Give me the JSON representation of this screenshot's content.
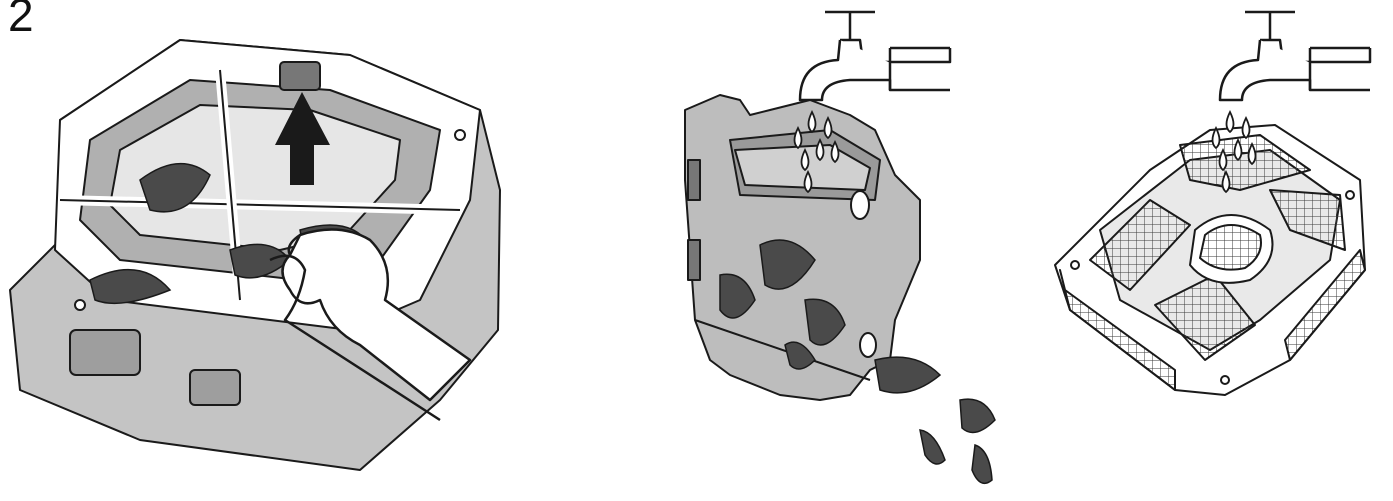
{
  "step": {
    "number": "2"
  },
  "panels": [
    {
      "name": "lift-filter-panel",
      "icons": [
        "filter-housing-icon",
        "up-arrow-icon",
        "hand-icon",
        "leaves-icon"
      ]
    },
    {
      "name": "empty-debris-panel",
      "icons": [
        "faucet-icon",
        "water-drops-icon",
        "filter-tray-icon",
        "falling-leaves-icon"
      ]
    },
    {
      "name": "rinse-filter-panel",
      "icons": [
        "faucet-icon",
        "water-drops-icon",
        "mesh-filter-icon"
      ]
    }
  ],
  "colors": {
    "line": "#1a1a1a",
    "housing_fill": "#bdbdbd",
    "dark_fill": "#4a4a4a",
    "white": "#ffffff",
    "mesh": "#3a3a3a"
  }
}
